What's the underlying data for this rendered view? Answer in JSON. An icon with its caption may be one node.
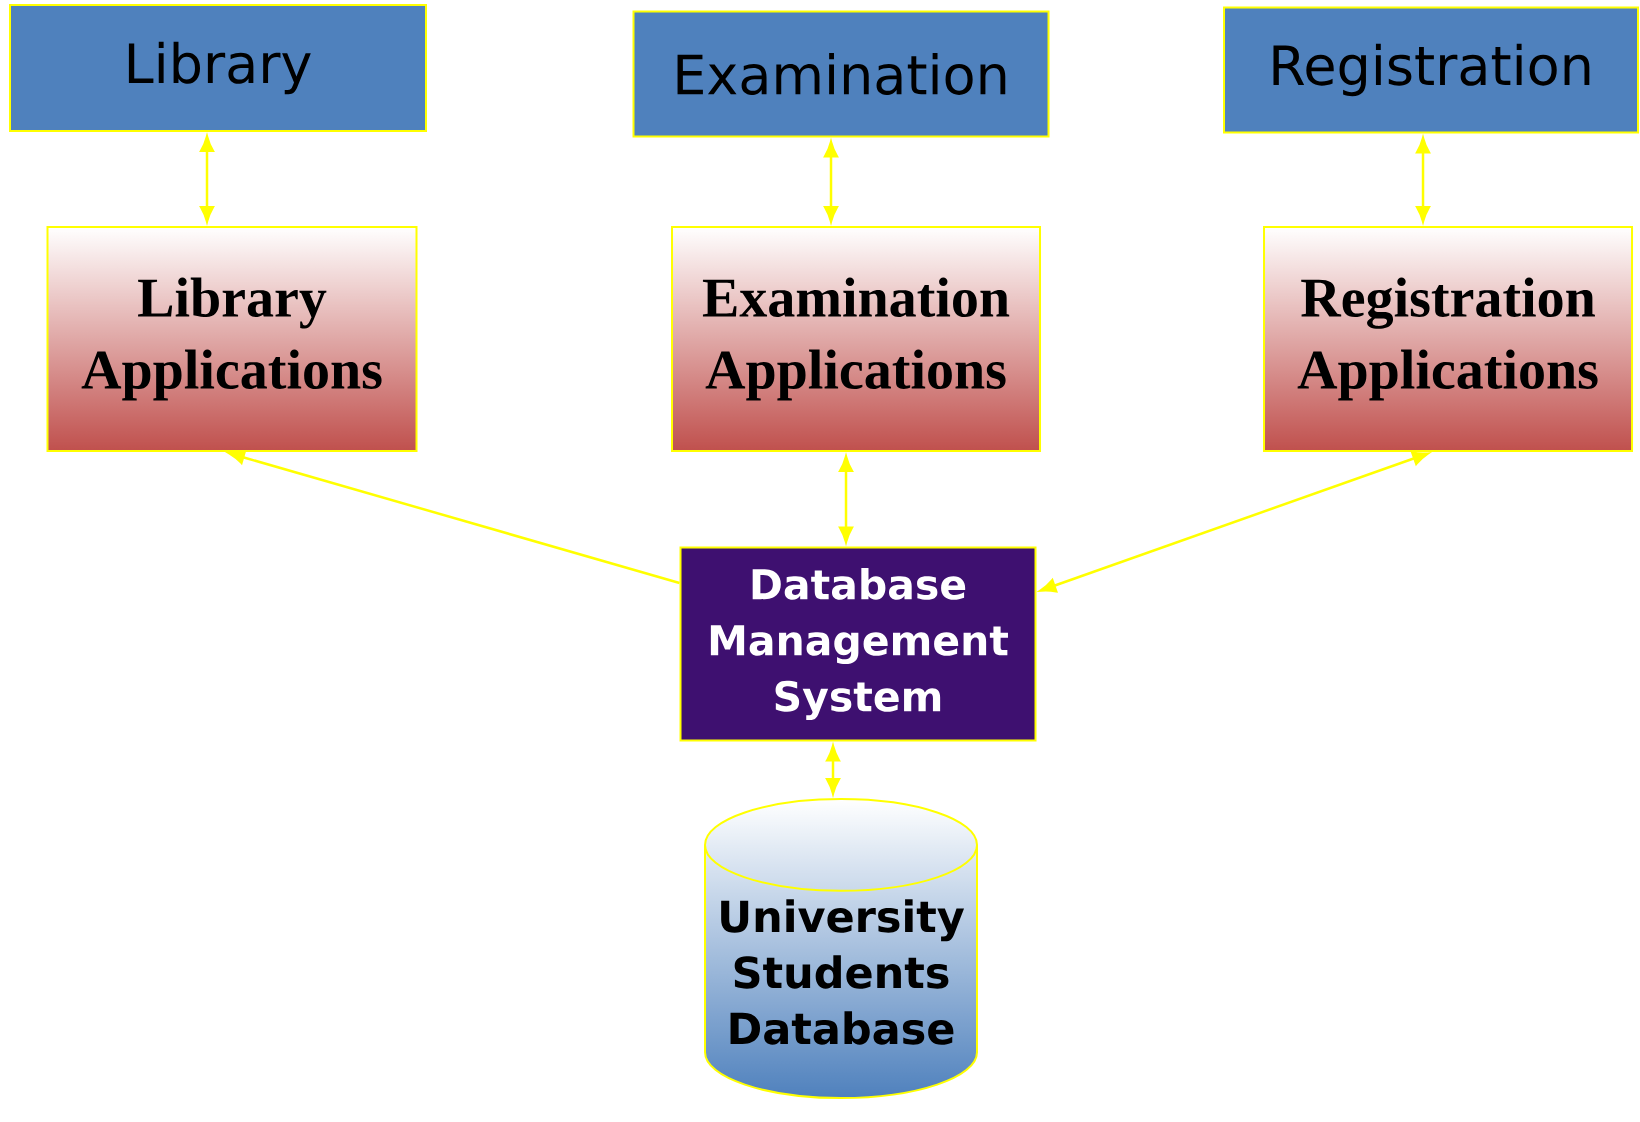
{
  "diagram": {
    "nodes": [
      {
        "text": [
          "Library"
        ]
      },
      {
        "text": [
          "Examination"
        ]
      },
      {
        "text": [
          "Registration"
        ]
      },
      {
        "text": [
          "Library Applications"
        ]
      },
      {
        "text": [
          "Examination Applications"
        ]
      },
      {
        "text": [
          "Registration Applications"
        ]
      },
      {
        "text": [
          "Database Management System"
        ]
      },
      {
        "text": [
          "University Students Database"
        ]
      }
    ],
    "edges": [
      {
        "from": 0,
        "to": 3,
        "arrow": "both"
      },
      {
        "from": 1,
        "to": 4,
        "arrow": "both"
      },
      {
        "from": 2,
        "to": 5,
        "arrow": "both"
      },
      {
        "from": 6,
        "to": 3,
        "arrow": "to"
      },
      {
        "from": 4,
        "to": 6,
        "arrow": "both"
      },
      {
        "from": 5,
        "to": 6,
        "arrow": "both"
      },
      {
        "from": 6,
        "to": 7,
        "arrow": "both"
      }
    ]
  }
}
